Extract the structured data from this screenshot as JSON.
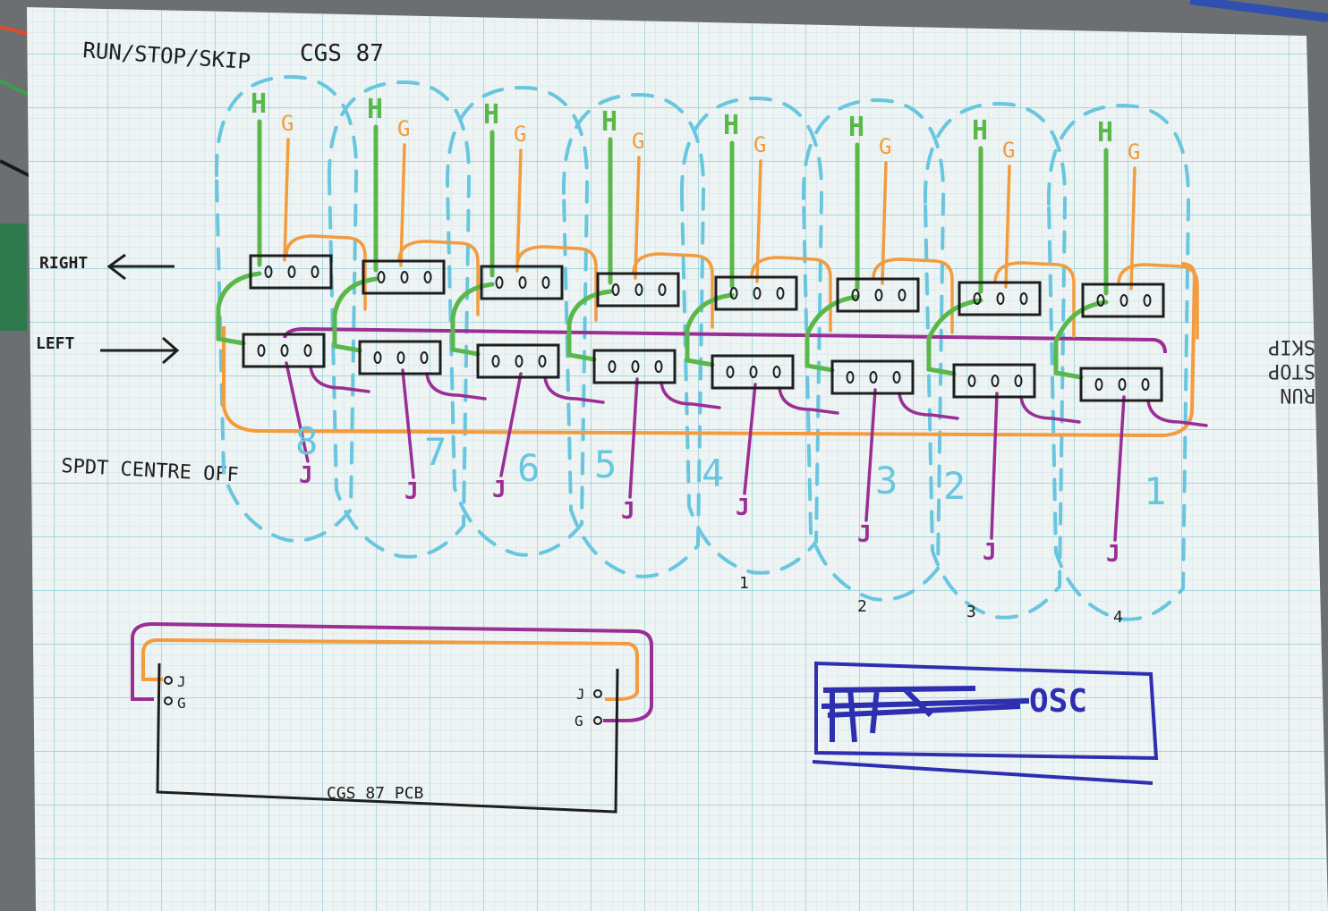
{
  "header": {
    "title_left": "RUN/STOP/SKIP",
    "title_right": "CGS  87"
  },
  "side_labels": {
    "right": "RIGHT",
    "left": "LEFT",
    "spdt": "SPDT  CENTRE  OFF",
    "rotated": [
      "RUN",
      "STOP",
      "SKIP"
    ]
  },
  "wire_labels": {
    "hot": "H",
    "ground": "G",
    "jack": "J"
  },
  "channels": [
    "8",
    "7",
    "6",
    "5",
    "4",
    "3",
    "2",
    "1"
  ],
  "small_numbers": [
    "1",
    "2",
    "3",
    "4"
  ],
  "pcb": {
    "label": "CGS  87  PCB",
    "left_pins": [
      "J",
      "G"
    ],
    "right_pins": [
      "J",
      "G"
    ]
  },
  "sketch_box": {
    "text": "OSC"
  },
  "colors": {
    "paper": "#eef3f3",
    "grid": "#a9d6dc",
    "ink": "#1e1e1e",
    "green": "#5ab84a",
    "orange": "#f39b3d",
    "purple": "#9a2e95",
    "cyan": "#68c6df",
    "blue": "#2d2fb0"
  }
}
